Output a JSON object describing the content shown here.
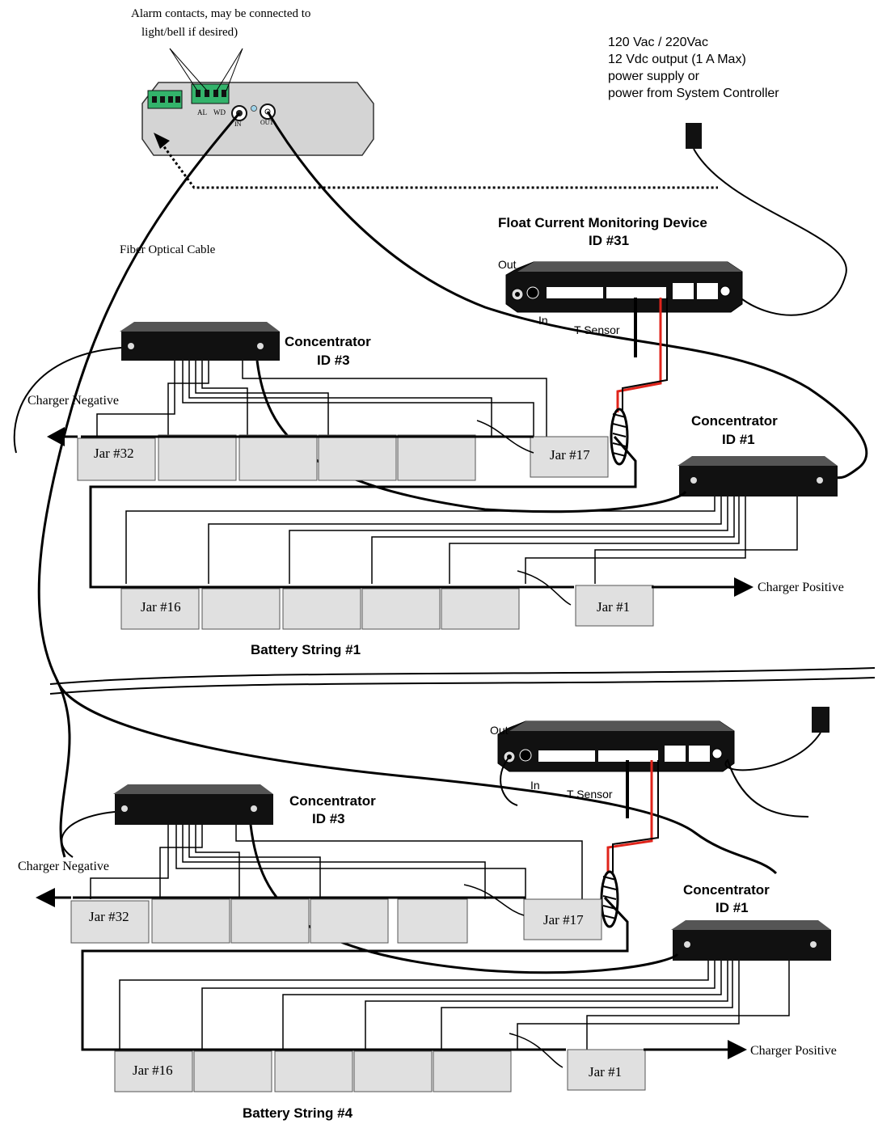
{
  "labels": {
    "alarm_note_line1": "Alarm contacts, may be connected to",
    "alarm_note_line2": "light/bell if desired)",
    "power_line1": "120 Vac / 220Vac",
    "power_line2": "12 Vdc output (1 A Max)",
    "power_line3": "power supply or",
    "power_line4": "power from System Controller",
    "fiber_cable": "Fiber Optical Cable",
    "fcm_title_line1": "Float Current Monitoring Device",
    "fcm_title_line2": "ID #31",
    "out": "Out",
    "in": "In",
    "t_sensor": "T Sensor",
    "concentrator": "Concentrator",
    "id3": "ID #3",
    "id1": "ID #1",
    "charger_negative": "Charger Negative",
    "charger_positive": "Charger Positive",
    "jar32": "Jar #32",
    "jar17": "Jar #17",
    "jar16": "Jar #16",
    "jar1": "Jar #1",
    "string1": "Battery String #1",
    "string4": "Battery String #4",
    "al": "AL",
    "wd": "WD",
    "port_in": "IN",
    "port_out": "OUT"
  },
  "colors": {
    "device_body": "#d9d9d9",
    "terminal_green": "#33b36b",
    "wire": "#000000",
    "sensor_wire": "#e0241b",
    "jar_face": "#e0e0e0"
  }
}
